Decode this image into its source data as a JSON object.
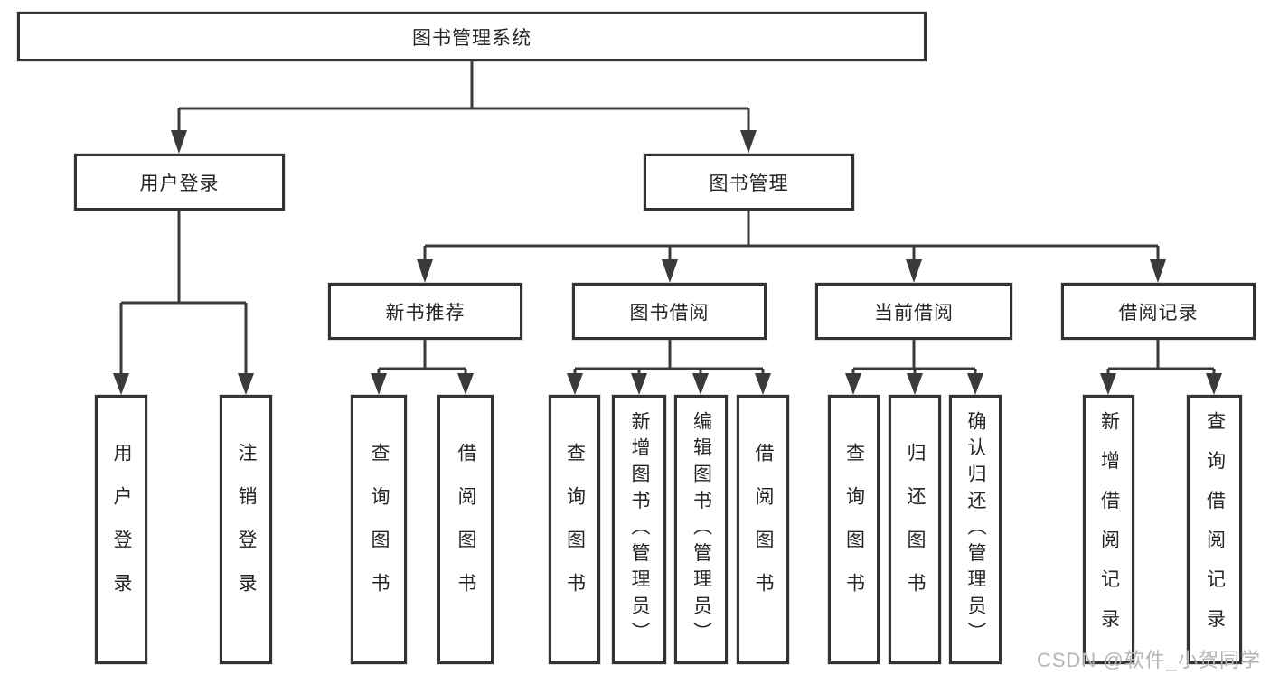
{
  "colors": {
    "box_border": "#333333",
    "connector_line": "#3a3a3a",
    "text": "#252525",
    "watermark_text": "#b5b5b5",
    "background": "#ffffff"
  },
  "watermark": "CSDN @软件_小贺同学",
  "tree": {
    "root": {
      "label": "图书管理系统",
      "children": [
        {
          "label": "用户登录",
          "children": [
            {
              "label": "用户登录"
            },
            {
              "label": "注销登录"
            }
          ]
        },
        {
          "label": "图书管理",
          "children": [
            {
              "label": "新书推荐",
              "children": [
                {
                  "label": "查询图书"
                },
                {
                  "label": "借阅图书"
                }
              ]
            },
            {
              "label": "图书借阅",
              "children": [
                {
                  "label": "查询图书"
                },
                {
                  "label": "新增图书（管理员）"
                },
                {
                  "label": "编辑图书（管理员）"
                },
                {
                  "label": "借阅图书"
                }
              ]
            },
            {
              "label": "当前借阅",
              "children": [
                {
                  "label": "查询图书"
                },
                {
                  "label": "归还图书"
                },
                {
                  "label": "确认归还（管理员）"
                }
              ]
            },
            {
              "label": "借阅记录",
              "children": [
                {
                  "label": "新增借阅记录"
                },
                {
                  "label": "查询借阅记录"
                }
              ]
            }
          ]
        }
      ]
    }
  }
}
